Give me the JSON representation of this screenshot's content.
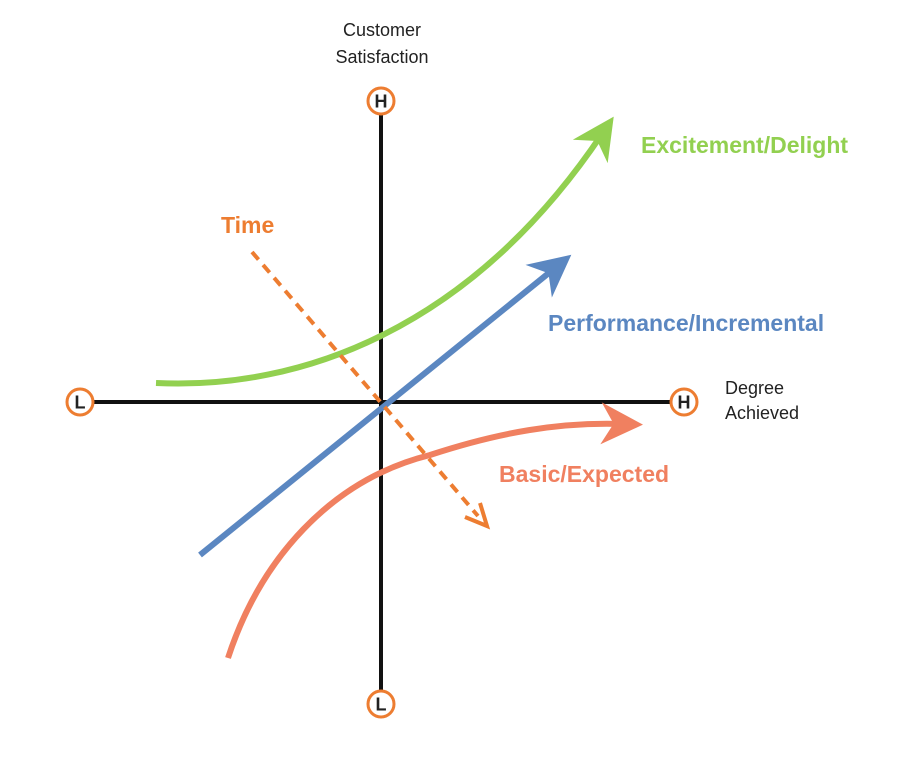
{
  "axes": {
    "y_title_line1": "Customer",
    "y_title_line2": "Satisfaction",
    "x_title_line1": "Degree",
    "x_title_line2": "Achieved",
    "high_marker": "H",
    "low_marker": "L"
  },
  "curves": {
    "excitement": "Excitement/Delight",
    "performance": "Performance/Incremental",
    "basic": "Basic/Expected",
    "time": "Time"
  },
  "colors": {
    "excitement": "#92d050",
    "performance": "#5b87c1",
    "basic": "#f08060",
    "time": "#ed7d31",
    "marker_ring": "#ed7d31",
    "axis": "#111111"
  }
}
